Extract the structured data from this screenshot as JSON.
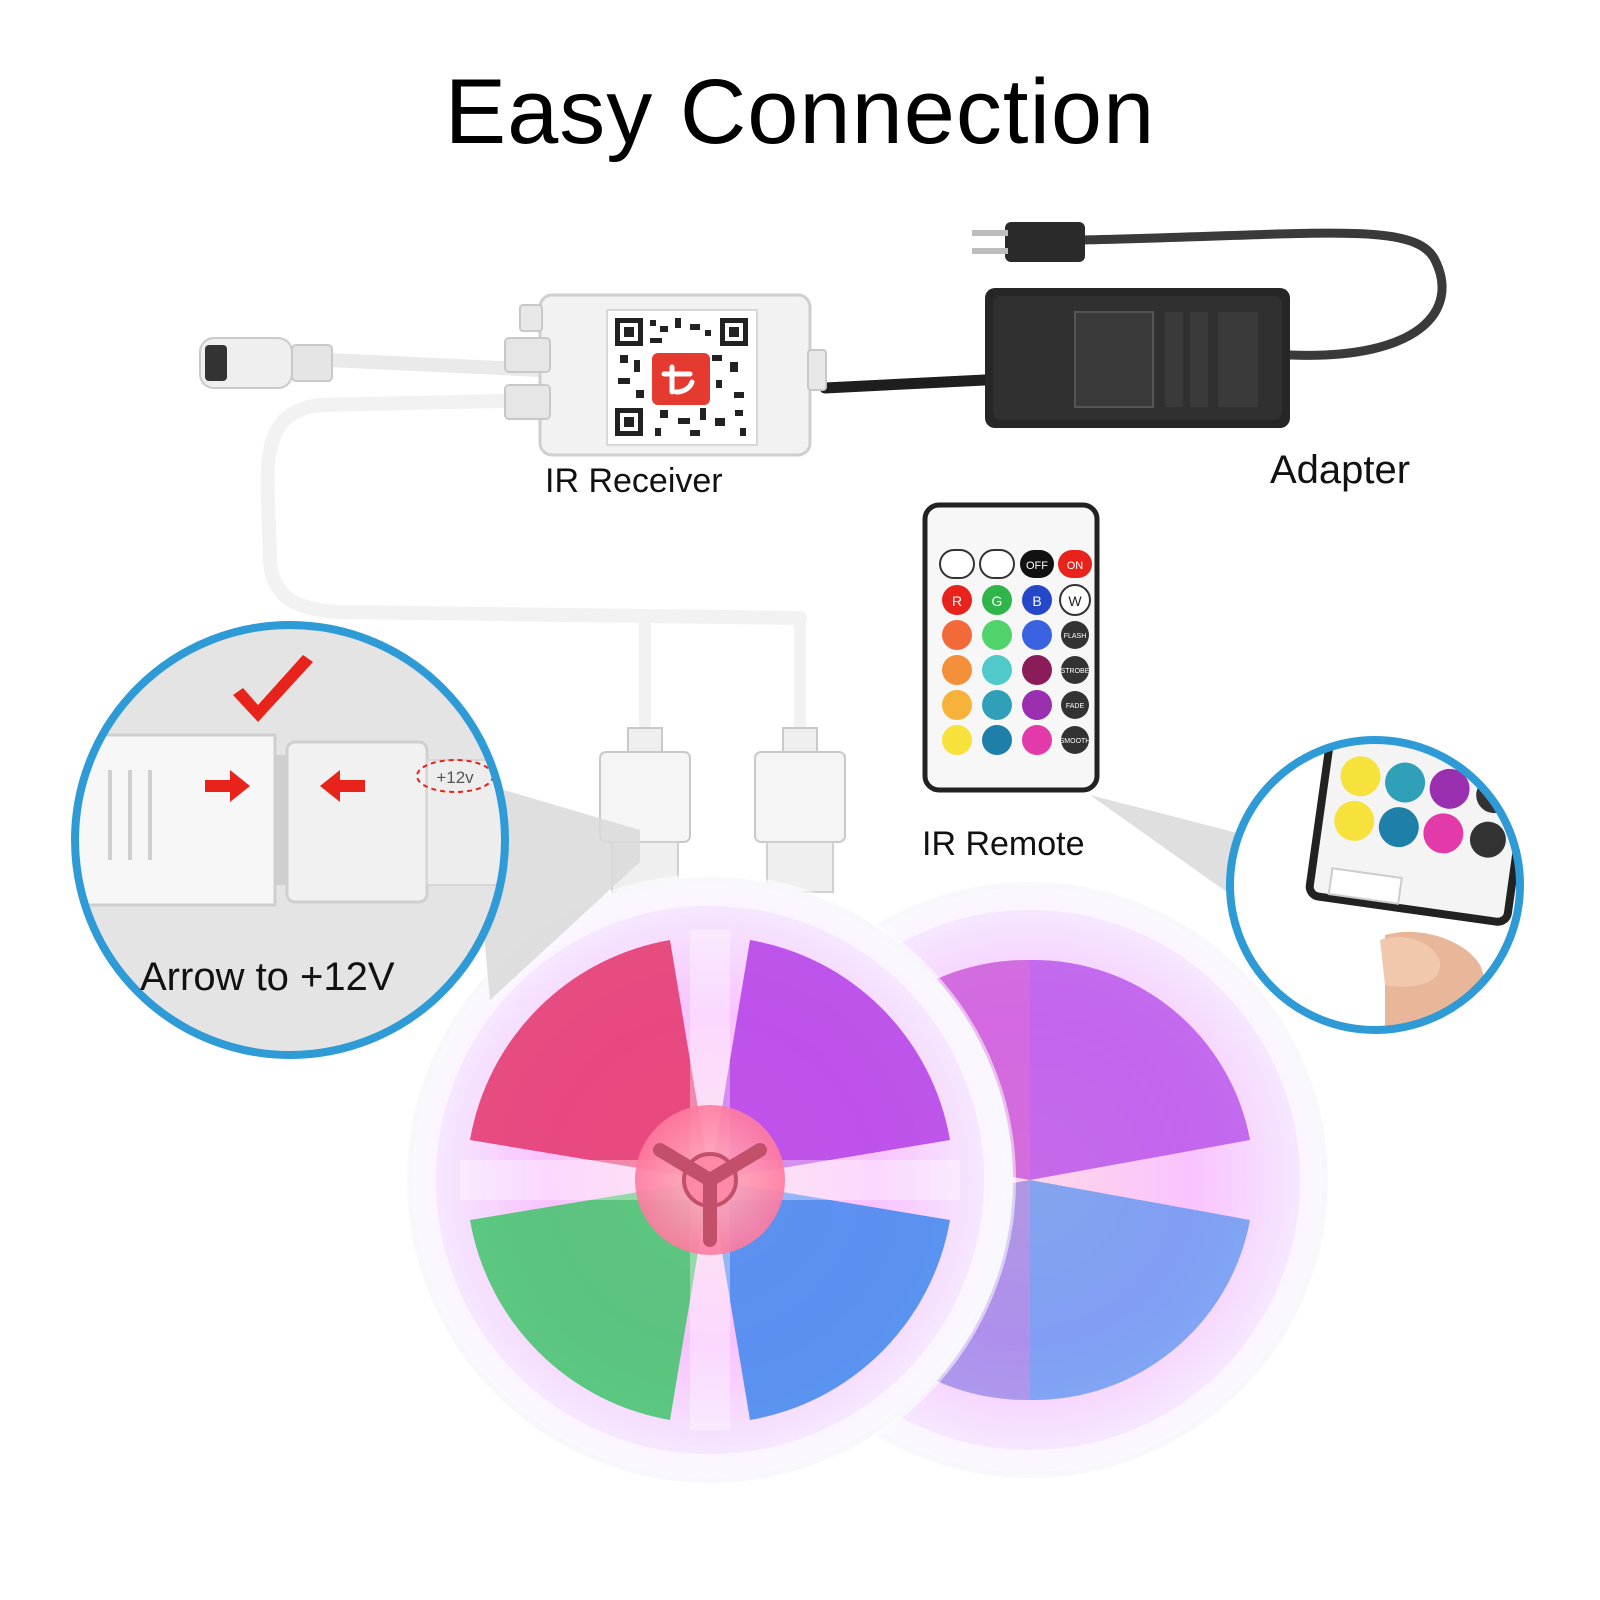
{
  "title": "Easy Connection",
  "labels": {
    "receiver": "IR Receiver",
    "adapter": "Adapter",
    "remote": "IR Remote",
    "arrow_tip": "Arrow to +12V",
    "plus12v_mark": "+12v"
  },
  "remote_keys": {
    "off": "OFF",
    "on": "ON",
    "r": "R",
    "g": "G",
    "b": "B",
    "w": "W",
    "side": [
      "FLASH",
      "STROBE",
      "FADE",
      "SMOOTH"
    ]
  },
  "colors": {
    "callout_ring": "#2e9ad6",
    "check_red": "#e8231b",
    "adapter_body": "#262626",
    "cable_white": "#f4f4f4",
    "tuya_red": "#e43a2f"
  }
}
